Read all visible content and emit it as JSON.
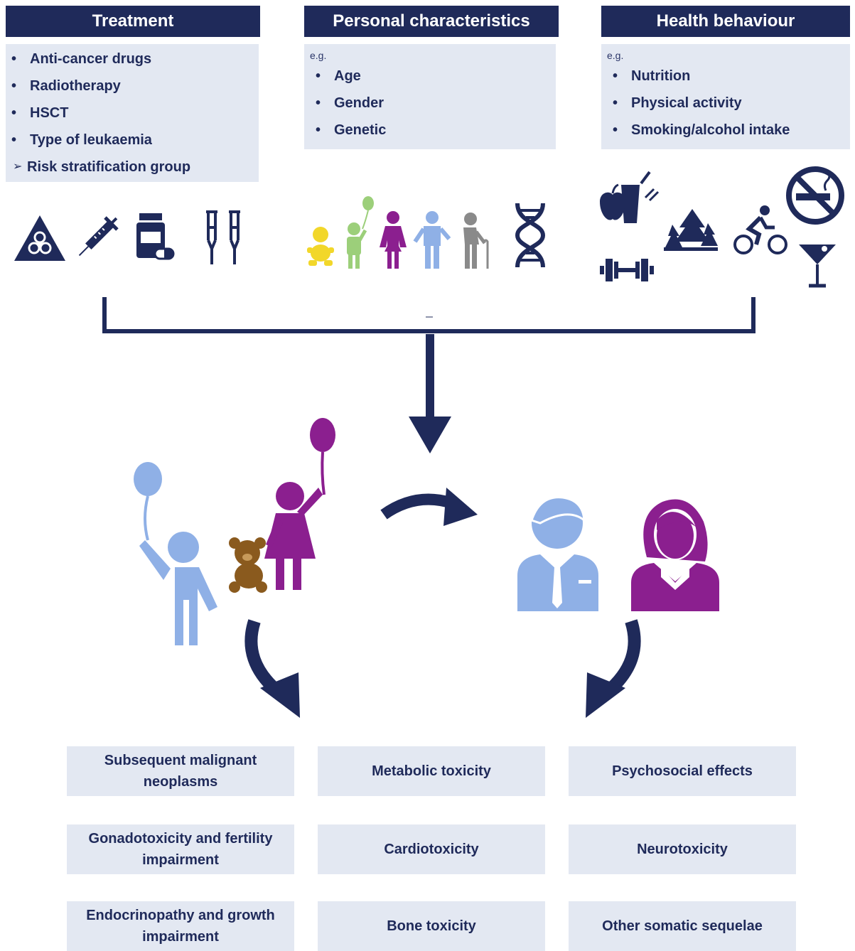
{
  "headers": {
    "treatment": "Treatment",
    "personal": "Personal characteristics",
    "health": "Health behaviour"
  },
  "treatment_items": [
    "Anti-cancer drugs",
    "Radiotherapy",
    "HSCT",
    "Type of leukaemia"
  ],
  "treatment_subitem": "Risk stratification group",
  "personal": {
    "eg": "e.g.",
    "items": [
      "Age",
      "Gender",
      "Genetic"
    ]
  },
  "health": {
    "eg": "e.g.",
    "items": [
      "Nutrition",
      "Physical activity",
      "Smoking/alcohol intake"
    ]
  },
  "outcomes": [
    "Subsequent malignant neoplasms",
    "Metabolic toxicity",
    "Psychosocial effects",
    "Gonadotoxicity and fertility impairment",
    "Cardiotoxicity",
    "Neurotoxicity",
    "Endocrinopathy and growth impairment",
    "Bone toxicity",
    "Other somatic sequelae"
  ],
  "colors": {
    "navy": "#1f2a5a",
    "panel": "#e3e8f2",
    "light_blue": "#8fb0e6",
    "purple": "#8b1f8f",
    "yellow": "#f2d72a",
    "green": "#9ccf7a",
    "grey": "#8a8a8a",
    "brown": "#8a5a1e"
  }
}
